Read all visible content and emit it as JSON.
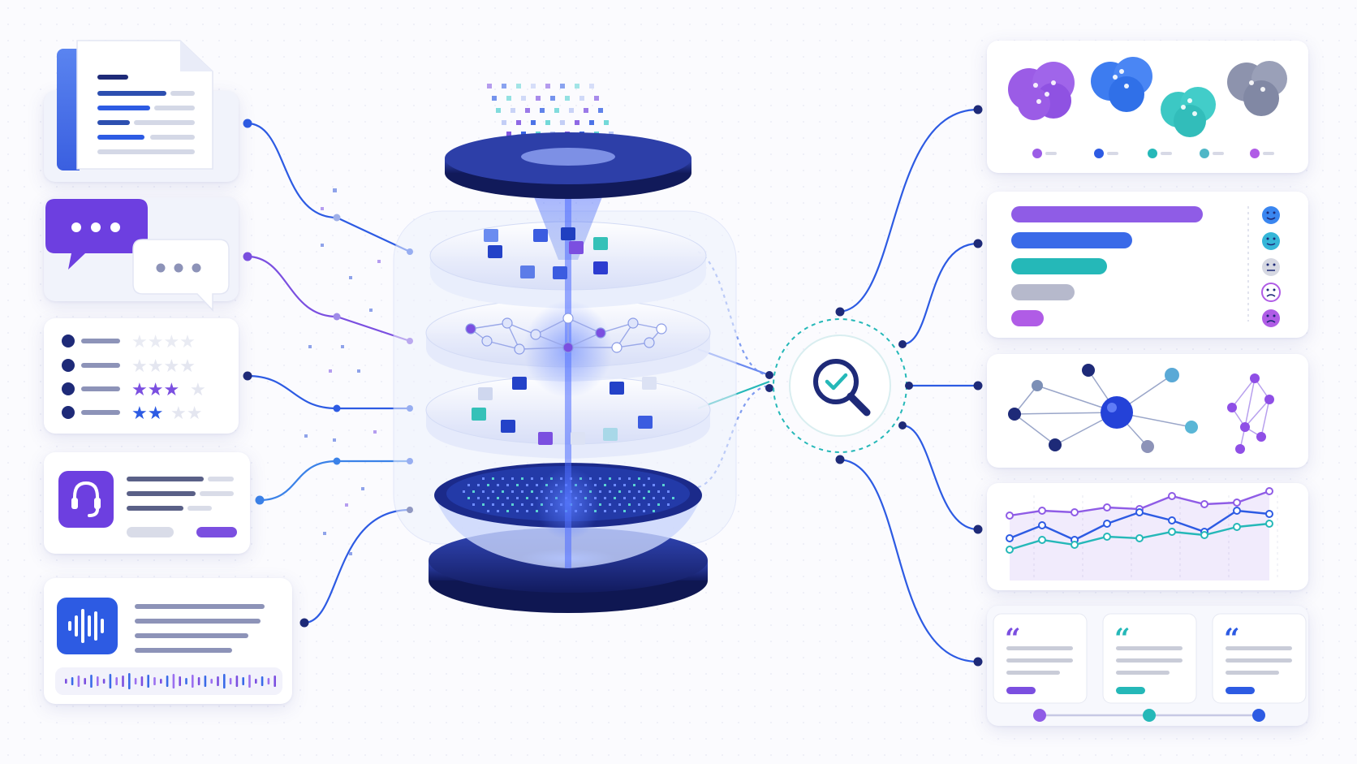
{
  "colors": {
    "purple": "#7b4fe0",
    "blue": "#2d5be3",
    "teal": "#25b8b8",
    "navy": "#1e2a78",
    "gray": "#c9ccd8",
    "light_purple": "#b9a3f2"
  },
  "inputs": [
    {
      "id": "documents",
      "icon": "document-stack-icon"
    },
    {
      "id": "chat",
      "icon": "chat-bubbles-icon"
    },
    {
      "id": "ratings",
      "icon": "star-rating-icon"
    },
    {
      "id": "support",
      "icon": "headset-icon"
    },
    {
      "id": "audio",
      "icon": "audio-waveform-icon"
    }
  ],
  "center": {
    "icon": "layered-processing-engine-icon"
  },
  "analysis": {
    "icon": "magnifier-check-icon"
  },
  "outputs": [
    {
      "id": "clusters",
      "icon": "topic-clusters-icon"
    },
    {
      "id": "sentiment",
      "icon": "sentiment-bars-icon",
      "sentiment_levels": [
        0.76,
        0.48,
        0.38,
        0.25,
        0.13
      ]
    },
    {
      "id": "entities",
      "icon": "entity-graph-icon"
    },
    {
      "id": "trends",
      "icon": "trend-lines-icon"
    },
    {
      "id": "quotes",
      "icon": "quote-cards-icon"
    }
  ]
}
